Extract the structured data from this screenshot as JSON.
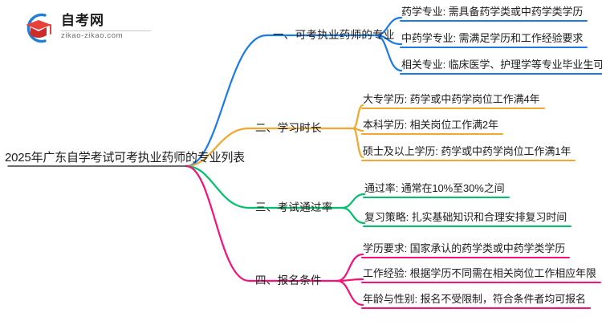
{
  "logo": {
    "title": "自考网",
    "subtitle": "zikao-zikao.com",
    "mark_outer_color": "#1d7fd6",
    "mark_inner_color": "#e8403a"
  },
  "mindmap": {
    "root": {
      "label": "2025年广东自学考试可考执业药师的专业列表"
    },
    "branches": [
      {
        "label": "一、可考执业药师的专业",
        "color": "#1a7ae8",
        "leaves": [
          {
            "label": "药学专业: 需具备药学类或中药学类学历"
          },
          {
            "label": "中药学专业: 需满足学历和工作经验要求"
          },
          {
            "label": "相关专业: 临床医学、护理学等专业毕业生可申请"
          }
        ]
      },
      {
        "label": "二、学习时长",
        "color": "#f0a830",
        "leaves": [
          {
            "label": "大专学历: 药学或中药学岗位工作满4年"
          },
          {
            "label": "本科学历: 相关岗位工作满2年"
          },
          {
            "label": "硕士及以上学历: 药学或中药学岗位工作满1年"
          }
        ]
      },
      {
        "label": "三、考试通过率",
        "color": "#00c06a",
        "leaves": [
          {
            "label": "通过率: 通常在10%至30%之间"
          },
          {
            "label": "复习策略: 扎实基础知识和合理安排复习时间"
          }
        ]
      },
      {
        "label": "四、报名条件",
        "color": "#f5107a",
        "leaves": [
          {
            "label": "学历要求: 国家承认的药学类或中药学类学历"
          },
          {
            "label": "工作经验: 根据学历不同需在相关岗位工作相应年限"
          },
          {
            "label": "年龄与性别: 报名不受限制，符合条件者均可报名"
          }
        ]
      }
    ]
  }
}
